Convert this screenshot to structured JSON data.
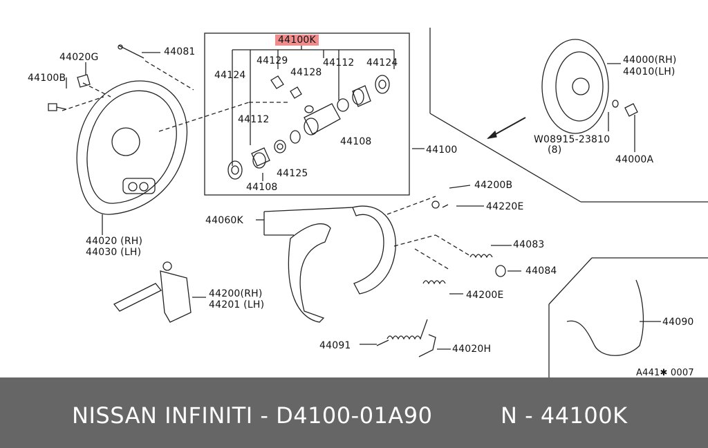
{
  "diagram": {
    "labels": {
      "p44100K": "44100K",
      "p44081": "44081",
      "p44020G": "44020G",
      "p44100B": "44100B",
      "p44124a": "44124",
      "p44129": "44129",
      "p44128": "44128",
      "p44112a": "44112",
      "p44124b": "44124",
      "p44112b": "44112",
      "p44108a": "44108",
      "p44125": "44125",
      "p44108b": "44108",
      "p44100": "44100",
      "p44000": "44000(RH)",
      "p44010": "44010(LH)",
      "p08915": "W08915-23810",
      "p08915q": "(8)",
      "p44000A": "44000A",
      "p44020": "44020 (RH)",
      "p44030": "44030 (LH)",
      "p44060K": "44060K",
      "p44200B": "44200B",
      "p44220E": "44220E",
      "p44083": "44083",
      "p44084": "44084",
      "p44200E": "44200E",
      "p44200": "44200(RH)",
      "p44201": "44201 (LH)",
      "p44091": "44091",
      "p44020H": "44020H",
      "p44090": "44090",
      "code": "A441✱ 0007"
    },
    "highlight_color": "#f08c8c"
  },
  "footer": {
    "left": "NISSAN INFINITI - D4100-01A90",
    "right": "N - 44100K",
    "background": "#666666"
  }
}
